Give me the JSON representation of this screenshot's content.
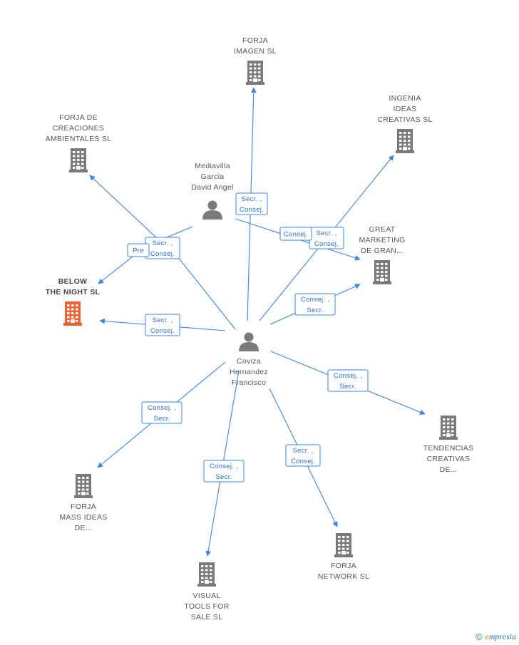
{
  "colors": {
    "edge": "#3d85e0",
    "building": "#7a7a7a",
    "building_highlight": "#f06030",
    "person": "#7a7a7a",
    "badge_text": "#2a6fc7"
  },
  "footer": {
    "copyright": "©",
    "brand_initial": "e",
    "brand_rest": "mpresia"
  },
  "nodes": [
    {
      "id": "forja-imagen",
      "kind": "building",
      "lines": [
        "FORJA",
        "IMAGEN SL"
      ]
    },
    {
      "id": "ingenia",
      "kind": "building",
      "lines": [
        "INGENIA",
        "IDEAS",
        "CREATIVAS SL"
      ]
    },
    {
      "id": "forja-creaciones",
      "kind": "building",
      "lines": [
        "FORJA DE",
        "CREACIONES",
        "AMBIENTALES SL"
      ]
    },
    {
      "id": "mediavilla",
      "kind": "person",
      "lines": [
        "Mediavilla",
        "Garcia",
        "David Angel"
      ]
    },
    {
      "id": "great-marketing",
      "kind": "building",
      "lines": [
        "GREAT",
        "MARKETING",
        "DE GRAN..."
      ]
    },
    {
      "id": "below",
      "kind": "building",
      "highlight": true,
      "lines": [
        "BELOW",
        "THE NIGHT SL"
      ]
    },
    {
      "id": "coviza",
      "kind": "person",
      "lines": [
        "Coviza",
        "Hernandez",
        "Francisco"
      ]
    },
    {
      "id": "tendencias",
      "kind": "building",
      "lines": [
        "TENDENCIAS",
        "CREATIVAS",
        "DE..."
      ]
    },
    {
      "id": "forja-mass",
      "kind": "building",
      "lines": [
        "FORJA",
        "MASS IDEAS",
        "DE..."
      ]
    },
    {
      "id": "visual-tools",
      "kind": "building",
      "lines": [
        "VISUAL",
        "TOOLS FOR",
        "SALE SL"
      ]
    },
    {
      "id": "forja-network",
      "kind": "building",
      "lines": [
        "FORJA",
        "NETWORK SL"
      ]
    }
  ],
  "edges": [
    {
      "from": "coviza",
      "to": "forja-imagen",
      "label": [
        "Secr. ,",
        "Consej."
      ]
    },
    {
      "from": "coviza",
      "to": "ingenia",
      "label": [
        "Secr. ,",
        "Consej."
      ]
    },
    {
      "from": "coviza",
      "to": "forja-creaciones",
      "label": [
        "Secr. ,",
        "Consej."
      ]
    },
    {
      "from": "coviza",
      "to": "below",
      "label": [
        "Secr. ,",
        "Consej."
      ]
    },
    {
      "from": "coviza",
      "to": "great-marketing",
      "label": [
        "Consej. ,",
        "Secr."
      ]
    },
    {
      "from": "coviza",
      "to": "tendencias",
      "label": [
        "Consej. ,",
        "Secr."
      ]
    },
    {
      "from": "coviza",
      "to": "forja-mass",
      "label": [
        "Consej. ,",
        "Secr."
      ]
    },
    {
      "from": "coviza",
      "to": "visual-tools",
      "label": [
        "Consej. ,",
        "Secr."
      ]
    },
    {
      "from": "coviza",
      "to": "forja-network",
      "label": [
        "Secr. ,",
        "Consej."
      ]
    },
    {
      "from": "mediavilla",
      "to": "below",
      "label": [
        "Pre"
      ]
    },
    {
      "from": "mediavilla",
      "to": "great-marketing",
      "label": [
        "Consej."
      ]
    }
  ]
}
